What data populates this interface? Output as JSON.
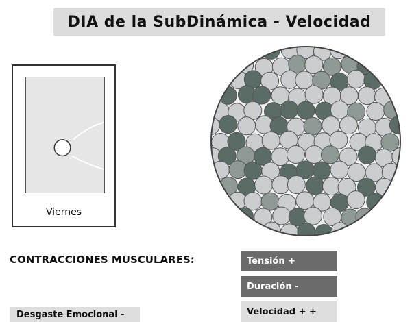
{
  "title": "DIA de la SubDinámica - Velocidad",
  "card": {
    "label": "Viernes"
  },
  "section": {
    "label": "CONTRACCIONES MUSCULARES:"
  },
  "tags": [
    {
      "label": "Tensión +",
      "style": "dark"
    },
    {
      "label": "Duración -",
      "style": "dark"
    },
    {
      "label": "Velocidad + +",
      "style": "light"
    }
  ],
  "desgaste": {
    "label": "Desgaste Emocional -"
  },
  "colors": {
    "fiber_dark": "#5b6b65",
    "fiber_mid": "#8f9a96",
    "fiber_light": "#cbced0",
    "fiber_outline": "#555555",
    "tag_dark": "#6b6b6b",
    "tag_light": "#dedede",
    "banner": "#dcdcdc"
  }
}
